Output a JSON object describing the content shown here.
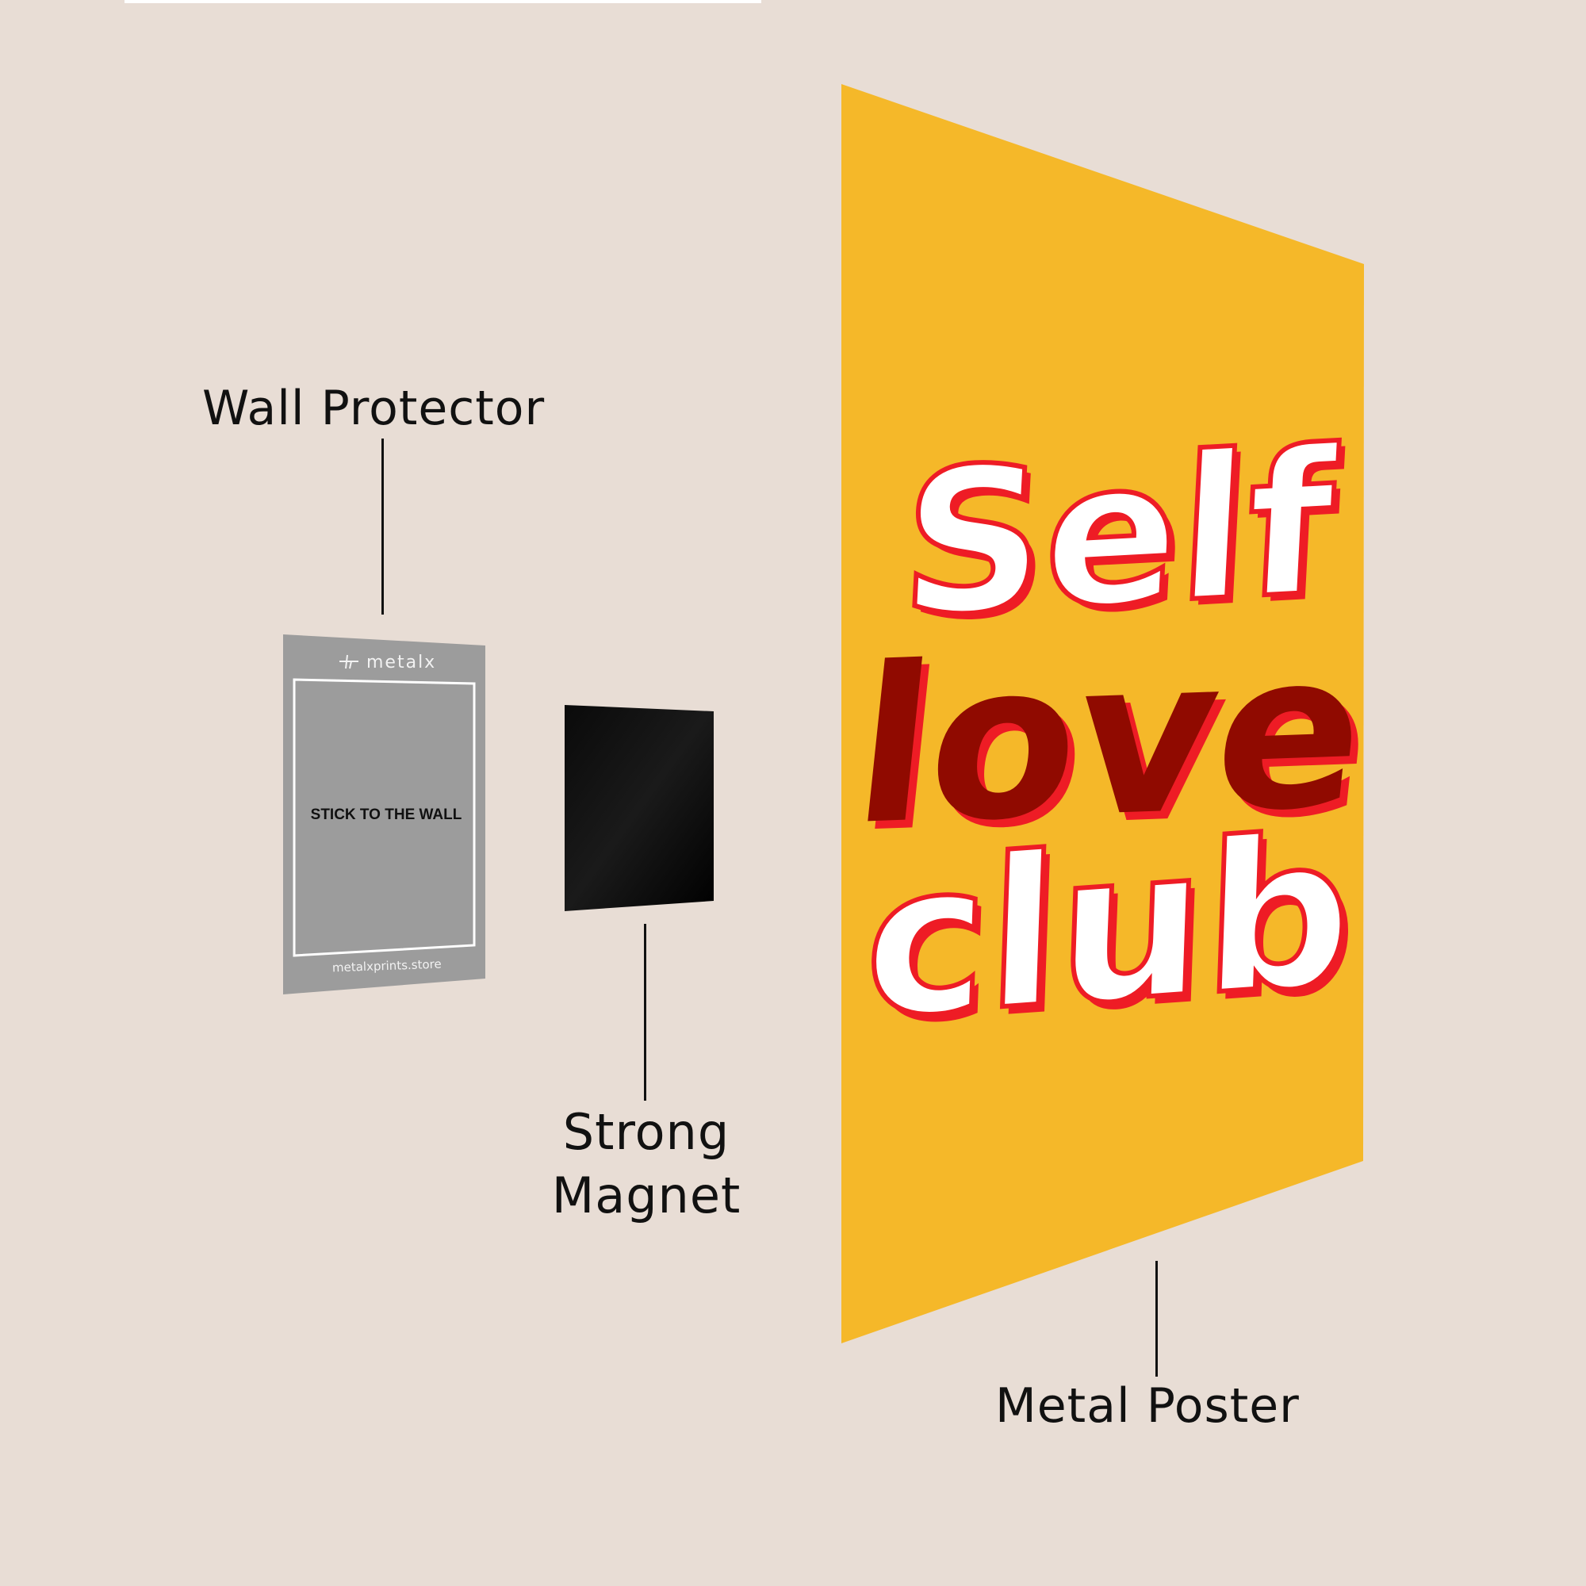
{
  "colors": {
    "background": "#e8ddd5",
    "poster_yellow": "#f5b829",
    "poster_red": "#ee1c25",
    "poster_dark_red": "#900a00",
    "poster_white": "#ffffff",
    "protector_gray": "#9c9c9c",
    "magnet_black": "#050505",
    "text": "#111111"
  },
  "labels": {
    "wall_protector": "Wall Protector",
    "strong_magnet_line1": "Strong",
    "strong_magnet_line2": "Magnet",
    "metal_poster": "Metal Poster"
  },
  "wall_protector": {
    "brand": "metalx",
    "instruction": "STICK TO THE WALL",
    "website": "metalxprints.store"
  },
  "poster": {
    "line1": "Self",
    "line2": "love",
    "line3": "club"
  }
}
